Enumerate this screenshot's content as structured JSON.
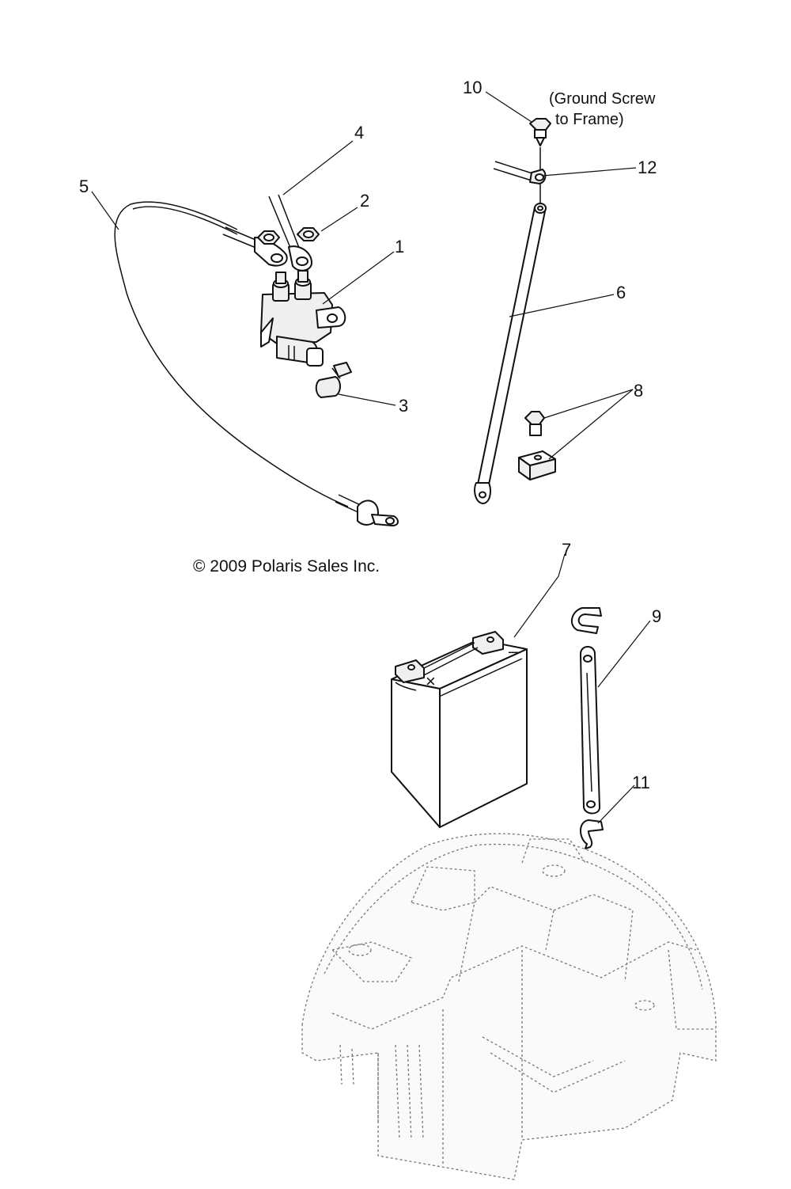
{
  "figure": {
    "copyright": "© 2009 Polaris Sales Inc.",
    "note_line1": "(Ground Screw",
    "note_line2": "to Frame)"
  },
  "callouts": [
    {
      "id": "1",
      "label": "1"
    },
    {
      "id": "2",
      "label": "2"
    },
    {
      "id": "3",
      "label": "3"
    },
    {
      "id": "4",
      "label": "4"
    },
    {
      "id": "5",
      "label": "5"
    },
    {
      "id": "6",
      "label": "6"
    },
    {
      "id": "7",
      "label": "7"
    },
    {
      "id": "8",
      "label": "8"
    },
    {
      "id": "9",
      "label": "9"
    },
    {
      "id": "10",
      "label": "10"
    },
    {
      "id": "11",
      "label": "11"
    },
    {
      "id": "12",
      "label": "12"
    }
  ],
  "battery_marks": {
    "negative": "–",
    "positive": "×"
  }
}
